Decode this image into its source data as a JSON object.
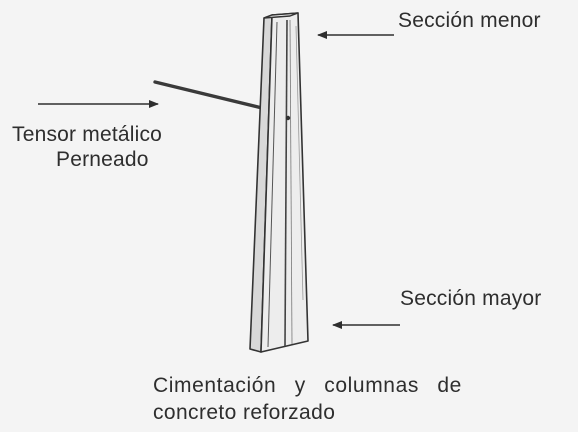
{
  "labels": {
    "seccion_menor": "Sección menor",
    "tensor_line1": "Tensor metálico",
    "tensor_line2": "Perneado",
    "seccion_mayor": "Sección mayor"
  },
  "caption": {
    "line1": "Cimentación y columnas de",
    "line2": "concreto reforzado"
  },
  "colors": {
    "background": "#f4f4f4",
    "ink": "#2e2e2e",
    "column_face": "#ececec",
    "column_side": "#dcdcdc"
  }
}
